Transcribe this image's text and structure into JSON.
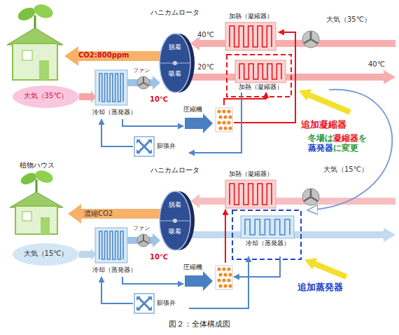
{
  "diagram": {
    "caption": "図２：全体構成図",
    "nodes": [
      {
        "text": [
          "ハニカムロータ",
          "脱着",
          "吸着"
        ]
      },
      {
        "text": [
          "加熱（凝縮器）"
        ]
      },
      {
        "text": [
          "加熱（凝縮器）"
        ]
      },
      {
        "text": [
          "大気（35℃）"
        ]
      },
      {
        "text": [
          "冷却（蒸発器）"
        ]
      },
      {
        "text": [
          "圧縮機"
        ]
      },
      {
        "text": [
          "膨張弁"
        ]
      },
      {
        "text": [
          "植物ハウス"
        ]
      },
      {
        "text": [
          "ハニカムロータ",
          "脱着",
          "吸着"
        ]
      },
      {
        "text": [
          "加熱（凝縮器）"
        ]
      },
      {
        "text": [
          "大気（15℃）"
        ]
      },
      {
        "text": [
          "冷却（蒸発器）"
        ]
      },
      {
        "text": [
          "圧縮機"
        ]
      },
      {
        "text": [
          "冷却（蒸発器）"
        ]
      },
      {
        "text": [
          "膨張弁"
        ]
      }
    ],
    "edges": [
      {
        "from": 5,
        "to": 1,
        "arrow": "to"
      },
      {
        "from": 5,
        "to": 2,
        "arrow": "to"
      },
      {
        "from": 2,
        "to": 6,
        "arrow": "to"
      },
      {
        "from": 6,
        "to": 4,
        "arrow": "to"
      },
      {
        "from": 4,
        "to": 5,
        "arrow": "to"
      },
      {
        "from": 12,
        "to": 9,
        "arrow": "to"
      },
      {
        "from": 11,
        "to": 12,
        "arrow": "to"
      },
      {
        "from": 14,
        "to": 11,
        "arrow": "to"
      },
      {
        "from": 14,
        "to": 13,
        "arrow": "to"
      },
      {
        "from": 13,
        "to": 12,
        "arrow": "to"
      }
    ],
    "labels": [
      "CO2:800ppm",
      "大気（35℃）",
      "40℃",
      "20℃",
      "40℃",
      "ファン",
      "10℃",
      "追加凝縮器",
      "冬場は",
      "凝縮器",
      "を",
      "蒸発器",
      "に変更",
      "濃縮CO2",
      "大気（15℃）",
      "ファン",
      "10℃",
      "追加蒸発器"
    ]
  }
}
